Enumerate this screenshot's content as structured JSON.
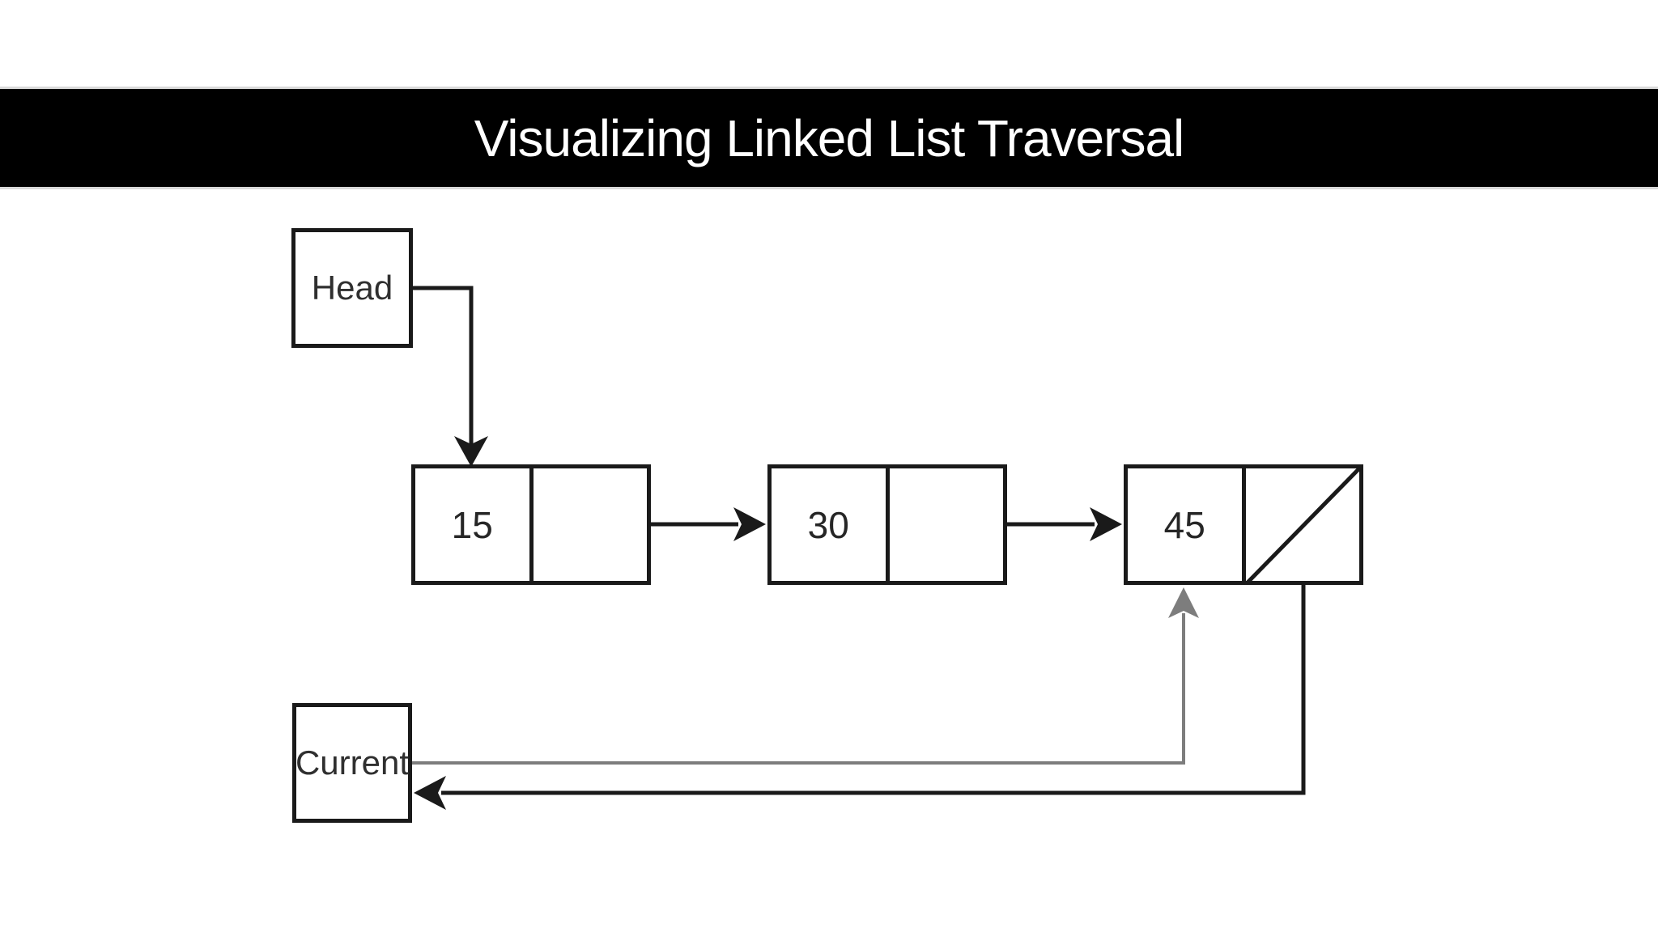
{
  "banner": {
    "title": "Visualizing Linked List Traversal",
    "background_color": "#000000",
    "text_color": "#ffffff"
  },
  "diagram": {
    "head": {
      "label": "Head"
    },
    "current": {
      "label": "Current"
    },
    "nodes": [
      {
        "value": "15"
      },
      {
        "value": "30"
      },
      {
        "value": "45",
        "next": "null"
      }
    ],
    "links": [
      "Head -> node 15",
      "node 15 -> node 30",
      "node 30 -> node 45",
      "node 45 next = null (slash)",
      "Current -> node 45 (gray arrow)",
      "null cell -> Current (black return arrow)"
    ],
    "colors": {
      "box_border": "#1a1a1a",
      "arrow_black": "#1a1a1a",
      "arrow_gray": "#7d7d7d",
      "label_text": "#2f2f2f",
      "background": "#ffffff"
    }
  }
}
